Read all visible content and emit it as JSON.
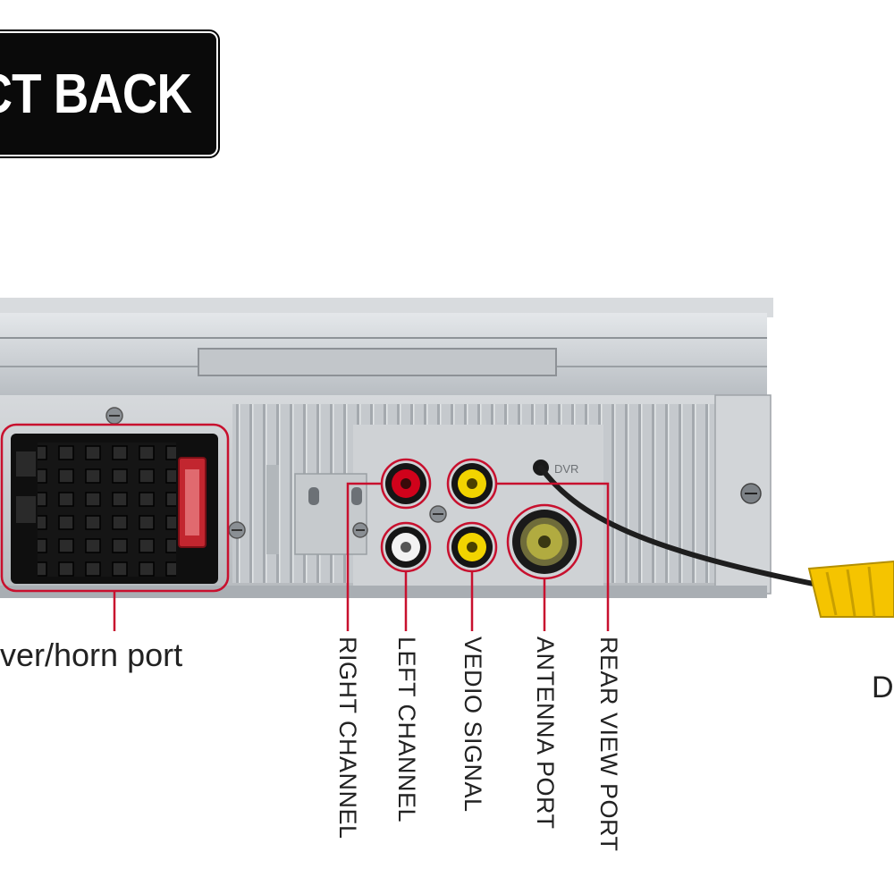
{
  "title": {
    "text": "CT BACK"
  },
  "labels": {
    "horn": "ver/horn port",
    "right_channel": "RIGHT CHANNEL",
    "left_channel": "LEFT CHANNEL",
    "vedio_signal": "VEDIO SIGNAL",
    "antenna_port": "ANTENNA PORT",
    "rear_view_port": "REAR VIEW PORT",
    "partial_right": "D",
    "panel_dvr": "DVR"
  },
  "colors": {
    "callout_red": "#c8102e",
    "rca_red": "#d0021b",
    "rca_yellow": "#f2d400",
    "rca_white": "#f2f2f2",
    "chassis": "#c9cdd0",
    "cable_yellow": "#f5c400"
  }
}
